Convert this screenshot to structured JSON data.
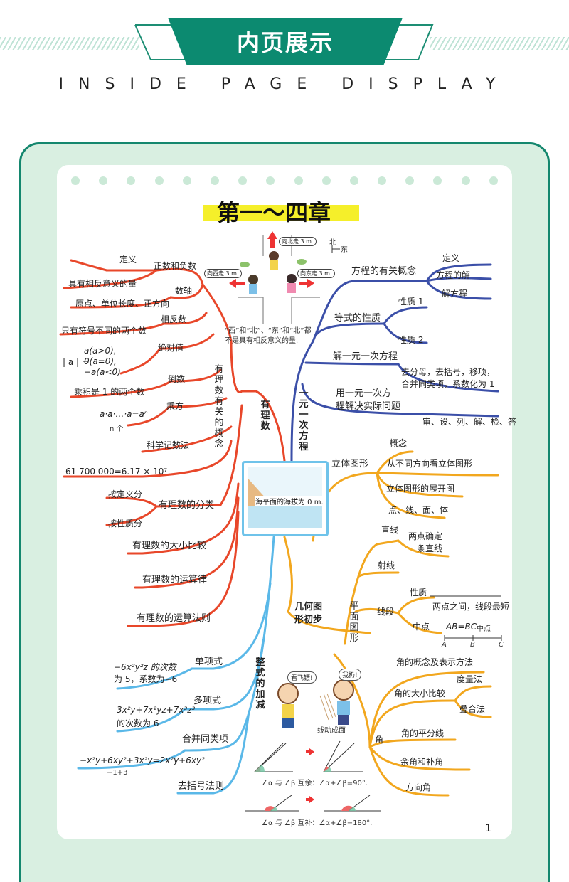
{
  "header": {
    "title": "内页展示",
    "subtitle": "INSIDE PAGE DISPLAY"
  },
  "page": {
    "chapter_title": "第一～四章",
    "page_number": "1"
  },
  "compass": {
    "north": "北",
    "east": "东"
  },
  "direction_labels": {
    "north": "向北走 3 m.",
    "west": "向西走 3 m.",
    "east": "向东走 3 m."
  },
  "direction_note": [
    "“西”和“北”、“东”和“北”都",
    "不是具有相反意义的量."
  ],
  "center": {
    "caption": "海平面的海拔为 0 m."
  },
  "branches": {
    "rational": {
      "label": "有理数",
      "concept_label": "有理数有关的概念",
      "items": {
        "pos_neg": "正数和负数",
        "definition": "定义",
        "opposite_meaning": "具有相反意义的量",
        "axis": "数轴",
        "axis_desc": "原点、单位长度、正方向",
        "opposite_number": "相反数",
        "opposite_desc": "只有符号不同的两个数",
        "abs": "绝对值",
        "abs_left": "| a | =",
        "abs_case1": "a(a>0),",
        "abs_case2": "0(a=0),",
        "abs_case3": "−a(a<0)",
        "reciprocal": "倒数",
        "reciprocal_desc": "乘积是 1 的两个数",
        "power": "乘方",
        "power_formula": "a·a·…·a=aⁿ",
        "power_n": "n 个",
        "sci": "科学记数法",
        "sci_example": "61 700 000=6.17 × 10⁷",
        "classify": "有理数的分类",
        "by_def": "按定义分",
        "by_sign": "按性质分",
        "compare": "有理数的大小比较",
        "laws": "有理数的运算律",
        "rules": "有理数的运算法则"
      }
    },
    "equation": {
      "label": "一元一次方程",
      "items": {
        "concept": "方程的有关概念",
        "def": "定义",
        "solution": "方程的解",
        "solve": "解方程",
        "eq_props": "等式的性质",
        "prop1": "性质 1",
        "prop2": "性质 2",
        "solve_linear": "解一元一次方程",
        "steps_1": "去分母，去括号，移项，",
        "steps_2": "合并同类项，系数化为 1",
        "apply_1": "用一元一次方",
        "apply_2": "程解决实际问题",
        "apply_steps": "审、设、列、解、检、答"
      }
    },
    "geometry": {
      "label": "几何图形初步",
      "items": {
        "solid": "立体图形",
        "concept": "概念",
        "views": "从不同方向看立体图形",
        "unfold": "立体图形的展开图",
        "pldb": "点、线、面、体",
        "plane": "平面图形",
        "line": "直线",
        "line_prop_1": "两点确定",
        "line_prop_2": "一条直线",
        "ray": "射线",
        "segment": "线段",
        "seg_prop": "性质",
        "seg_prop_desc": "两点之间，线段最短",
        "midpoint": "中点",
        "midpoint_eq": "AB=BC",
        "midpoint_label": "中点",
        "pt_a": "A",
        "pt_b": "B",
        "pt_c": "C",
        "angle": "角",
        "angle_concept": "角的概念及表示方法",
        "angle_compare": "角的大小比较",
        "measure": "度量法",
        "overlap": "叠合法",
        "bisector": "角的平分线",
        "comp_supp": "余角和补角",
        "direction": "方向角",
        "comp_eq": "∠α 与 ∠β 互余：∠α+∠β=90°.",
        "supp_eq": "∠α 与 ∠β 互补：∠α+∠β=180°.",
        "bubble1": "看飞镖!",
        "bubble2": "我扔!",
        "line_motion": "线动成面"
      }
    },
    "polynomial": {
      "label": "整式的加减",
      "items": {
        "monomial": "单项式",
        "mono_ex_1": "−6x²y²z 的次数",
        "mono_ex_2": "为 5，系数为−6",
        "polynomial": "多项式",
        "poly_ex_1": "3x²y+7x²yz+7x³z³",
        "poly_ex_2": "的次数为 6",
        "combine": "合并同类项",
        "combine_ex": "−x²y+6xy²+3x²y=2x²y+6xy²",
        "combine_sub": "−1+3",
        "brackets": "去括号法则"
      }
    }
  },
  "colors": {
    "brand": "#0c8a70",
    "frame_bg": "#d9efe1",
    "rational": "#e8472a",
    "equation": "#3b4fa8",
    "geometry": "#f2a71e",
    "polynomial": "#5ab8e8",
    "highlight": "#f5ef2a"
  }
}
